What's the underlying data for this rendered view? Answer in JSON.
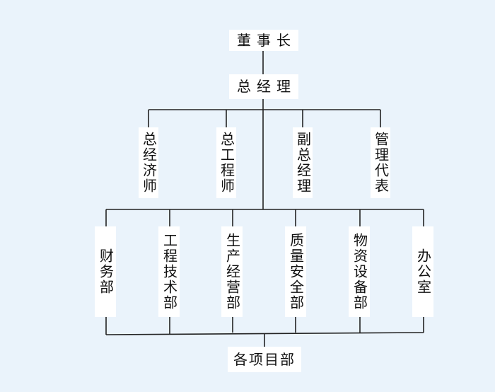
{
  "diagram": {
    "top": "董事长",
    "gm": "总经理",
    "executives": [
      "总经济师",
      "总工程师",
      "副总经理",
      "管理代表"
    ],
    "departments": [
      "财务部",
      "工程技术部",
      "生产经营部",
      "质量安全部",
      "物资设备部",
      "办公室"
    ],
    "bottom": "各项目部"
  },
  "colors": {
    "background": "#eaf3fb",
    "box": "#ffffff",
    "line": "#222222",
    "text": "#111111"
  }
}
